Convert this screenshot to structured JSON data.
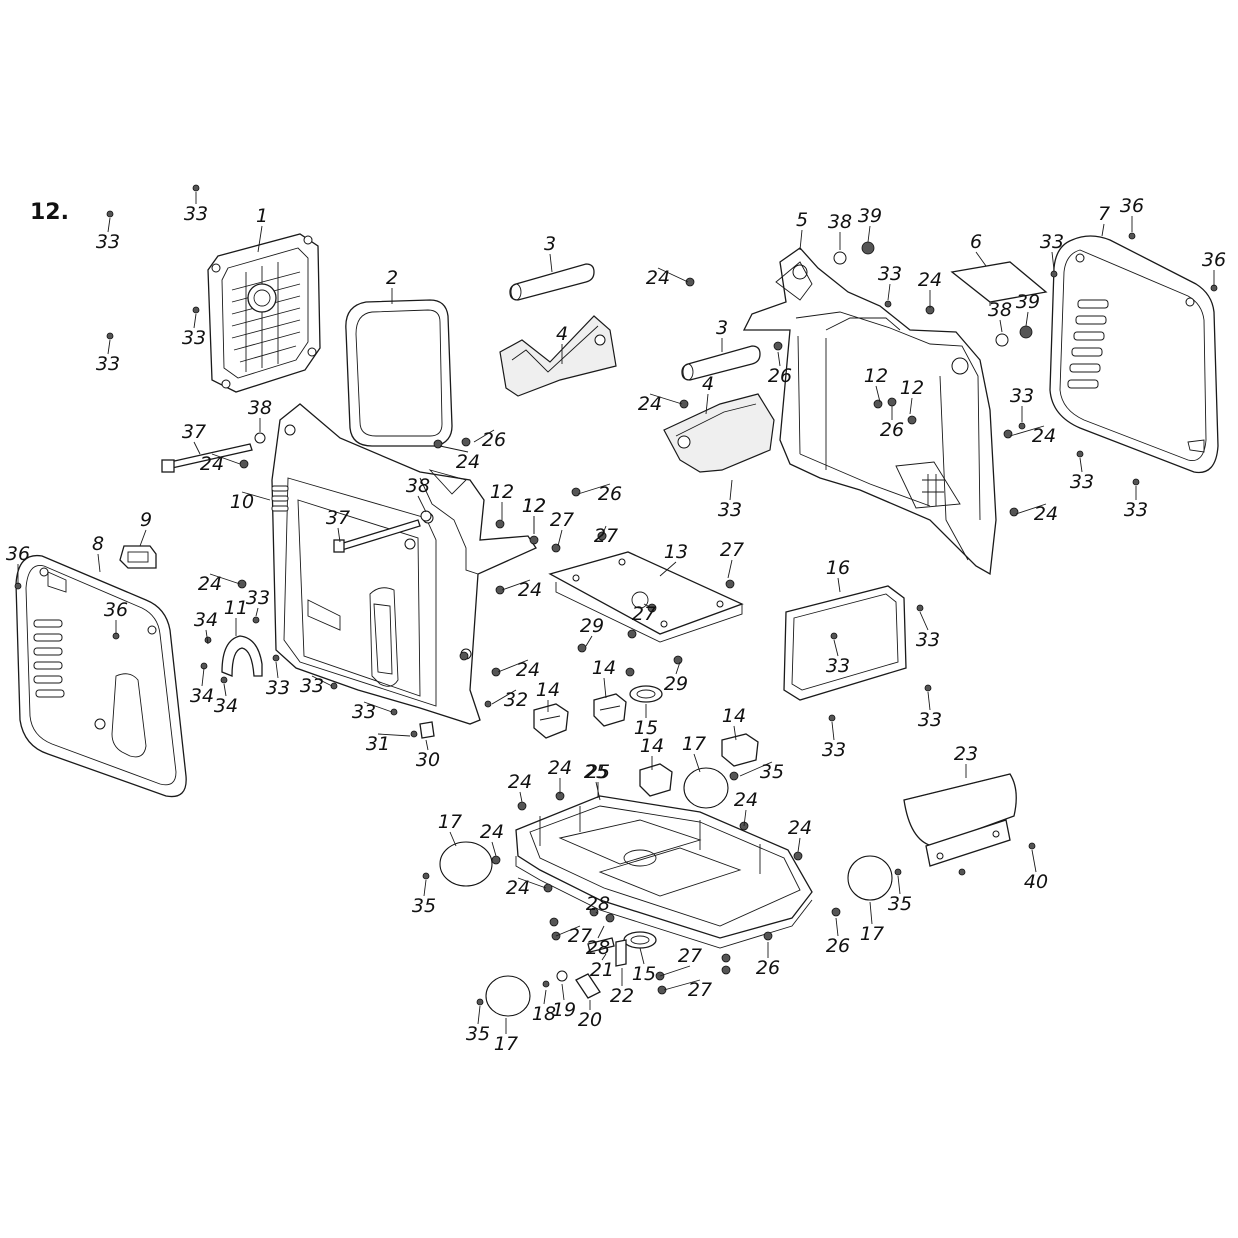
{
  "figure": {
    "number": "12."
  },
  "callouts": [
    "1",
    "2",
    "3",
    "3",
    "4",
    "4",
    "5",
    "6",
    "7",
    "8",
    "9",
    "10",
    "11",
    "12",
    "12",
    "12",
    "12",
    "13",
    "14",
    "14",
    "14",
    "14",
    "15",
    "15",
    "16",
    "17",
    "17",
    "17",
    "17",
    "18",
    "19",
    "20",
    "21",
    "22",
    "23",
    "24",
    "25",
    "26",
    "27",
    "28",
    "29",
    "30",
    "31",
    "32",
    "33",
    "34",
    "35",
    "36",
    "37",
    "38",
    "39",
    "40"
  ]
}
